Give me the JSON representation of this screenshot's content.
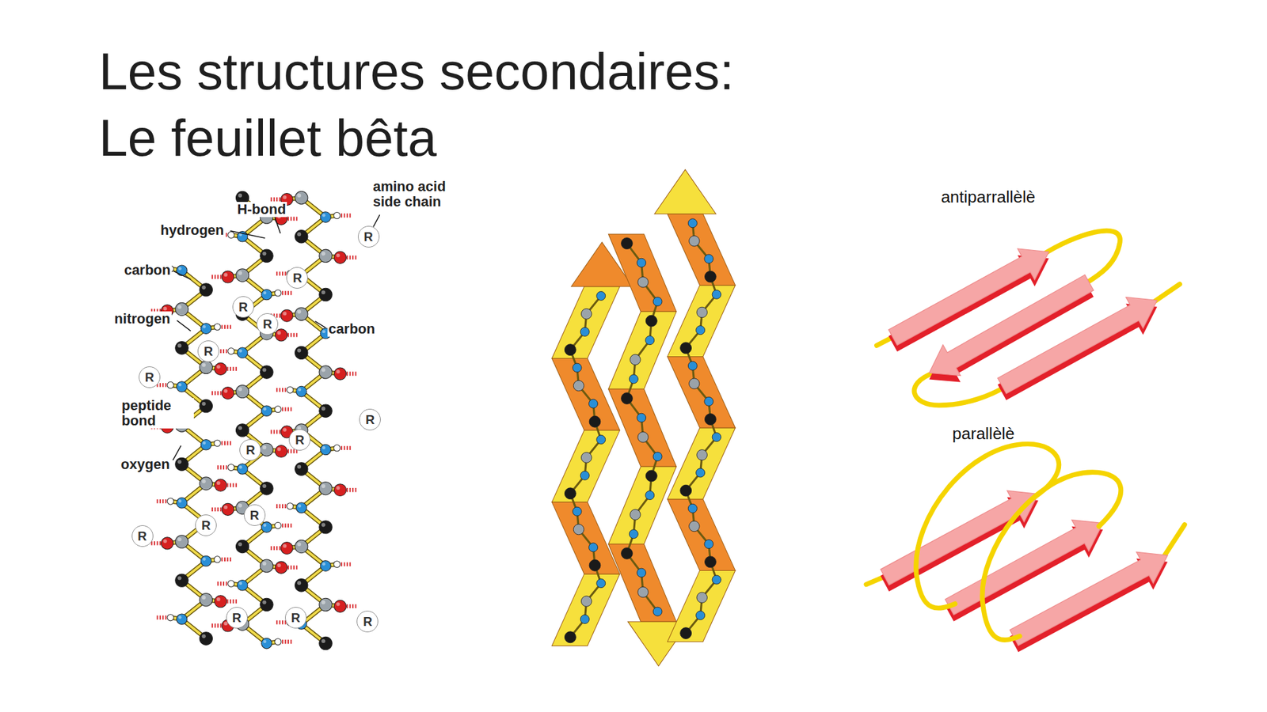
{
  "diagram": {
    "title": "Les structures secondaires: Le feuillet bêta",
    "nodes": [
      {
        "text": [
          "R"
        ]
      },
      {
        "text": [
          "R"
        ]
      },
      {
        "text": [
          "R"
        ]
      },
      {
        "text": [
          "R"
        ]
      },
      {
        "text": [
          "R"
        ]
      },
      {
        "text": [
          "R"
        ]
      },
      {
        "text": [
          "R"
        ]
      },
      {
        "text": [
          "R"
        ]
      },
      {
        "text": [
          "R"
        ]
      },
      {
        "text": [
          "R"
        ]
      },
      {
        "text": [
          "R"
        ]
      },
      {
        "text": [
          "R"
        ]
      },
      {
        "text": [
          "R"
        ]
      },
      {
        "text": [
          "R"
        ]
      },
      {
        "text": [
          "R"
        ]
      }
    ],
    "labels": [
      "H-bond",
      "amino acid side chain",
      "hydrogen",
      "carbon",
      "nitrogen",
      "carbon",
      "peptide bond",
      "oxygen",
      "antiparrallèlè",
      "parallèlè"
    ]
  }
}
